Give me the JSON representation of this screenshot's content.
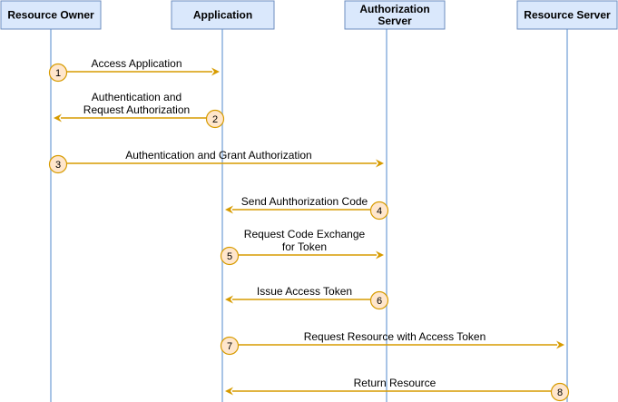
{
  "actors": [
    {
      "key": "owner",
      "lines": [
        "Resource Owner"
      ]
    },
    {
      "key": "app",
      "lines": [
        "Application"
      ]
    },
    {
      "key": "auth",
      "lines": [
        "Authorization",
        "Server"
      ]
    },
    {
      "key": "res",
      "lines": [
        "Resource Server"
      ]
    }
  ],
  "messages": [
    {
      "step": "1",
      "from": "owner",
      "to": "app",
      "label": [
        "Access Application"
      ]
    },
    {
      "step": "2",
      "from": "app",
      "to": "owner",
      "label": [
        "Authentication and",
        "Request Authorization"
      ]
    },
    {
      "step": "3",
      "from": "owner",
      "to": "auth",
      "label": [
        "Authentication and Grant Authorization"
      ]
    },
    {
      "step": "4",
      "from": "auth",
      "to": "app",
      "label": [
        "Send Auhthorization Code"
      ]
    },
    {
      "step": "5",
      "from": "app",
      "to": "auth",
      "label": [
        "Request Code Exchange",
        "for Token"
      ]
    },
    {
      "step": "6",
      "from": "auth",
      "to": "app",
      "label": [
        "Issue Access Token"
      ]
    },
    {
      "step": "7",
      "from": "app",
      "to": "res",
      "label": [
        "Request Resource with Access Token"
      ]
    },
    {
      "step": "8",
      "from": "res",
      "to": "app",
      "label": [
        "Return Resource"
      ]
    }
  ],
  "colors": {
    "actor_fill": "#dae8fc",
    "actor_stroke": "#6c8ebf",
    "arrow": "#d79b00",
    "badge_fill": "#ffe6cc"
  }
}
